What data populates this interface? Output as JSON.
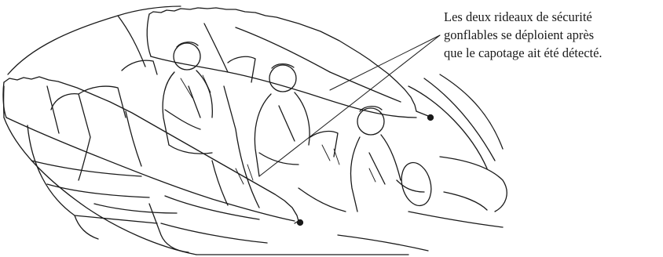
{
  "callout": {
    "lines": [
      "Les deux rideaux de sécurité",
      "gonflables se déploient après",
      "que le capotage ait été détecté."
    ]
  },
  "colors": {
    "ink": "#1a1a1a",
    "background": "#ffffff"
  },
  "figure": {
    "subject": "car interior cutaway with curtain airbags deployed on both sides",
    "occupants": 3
  }
}
